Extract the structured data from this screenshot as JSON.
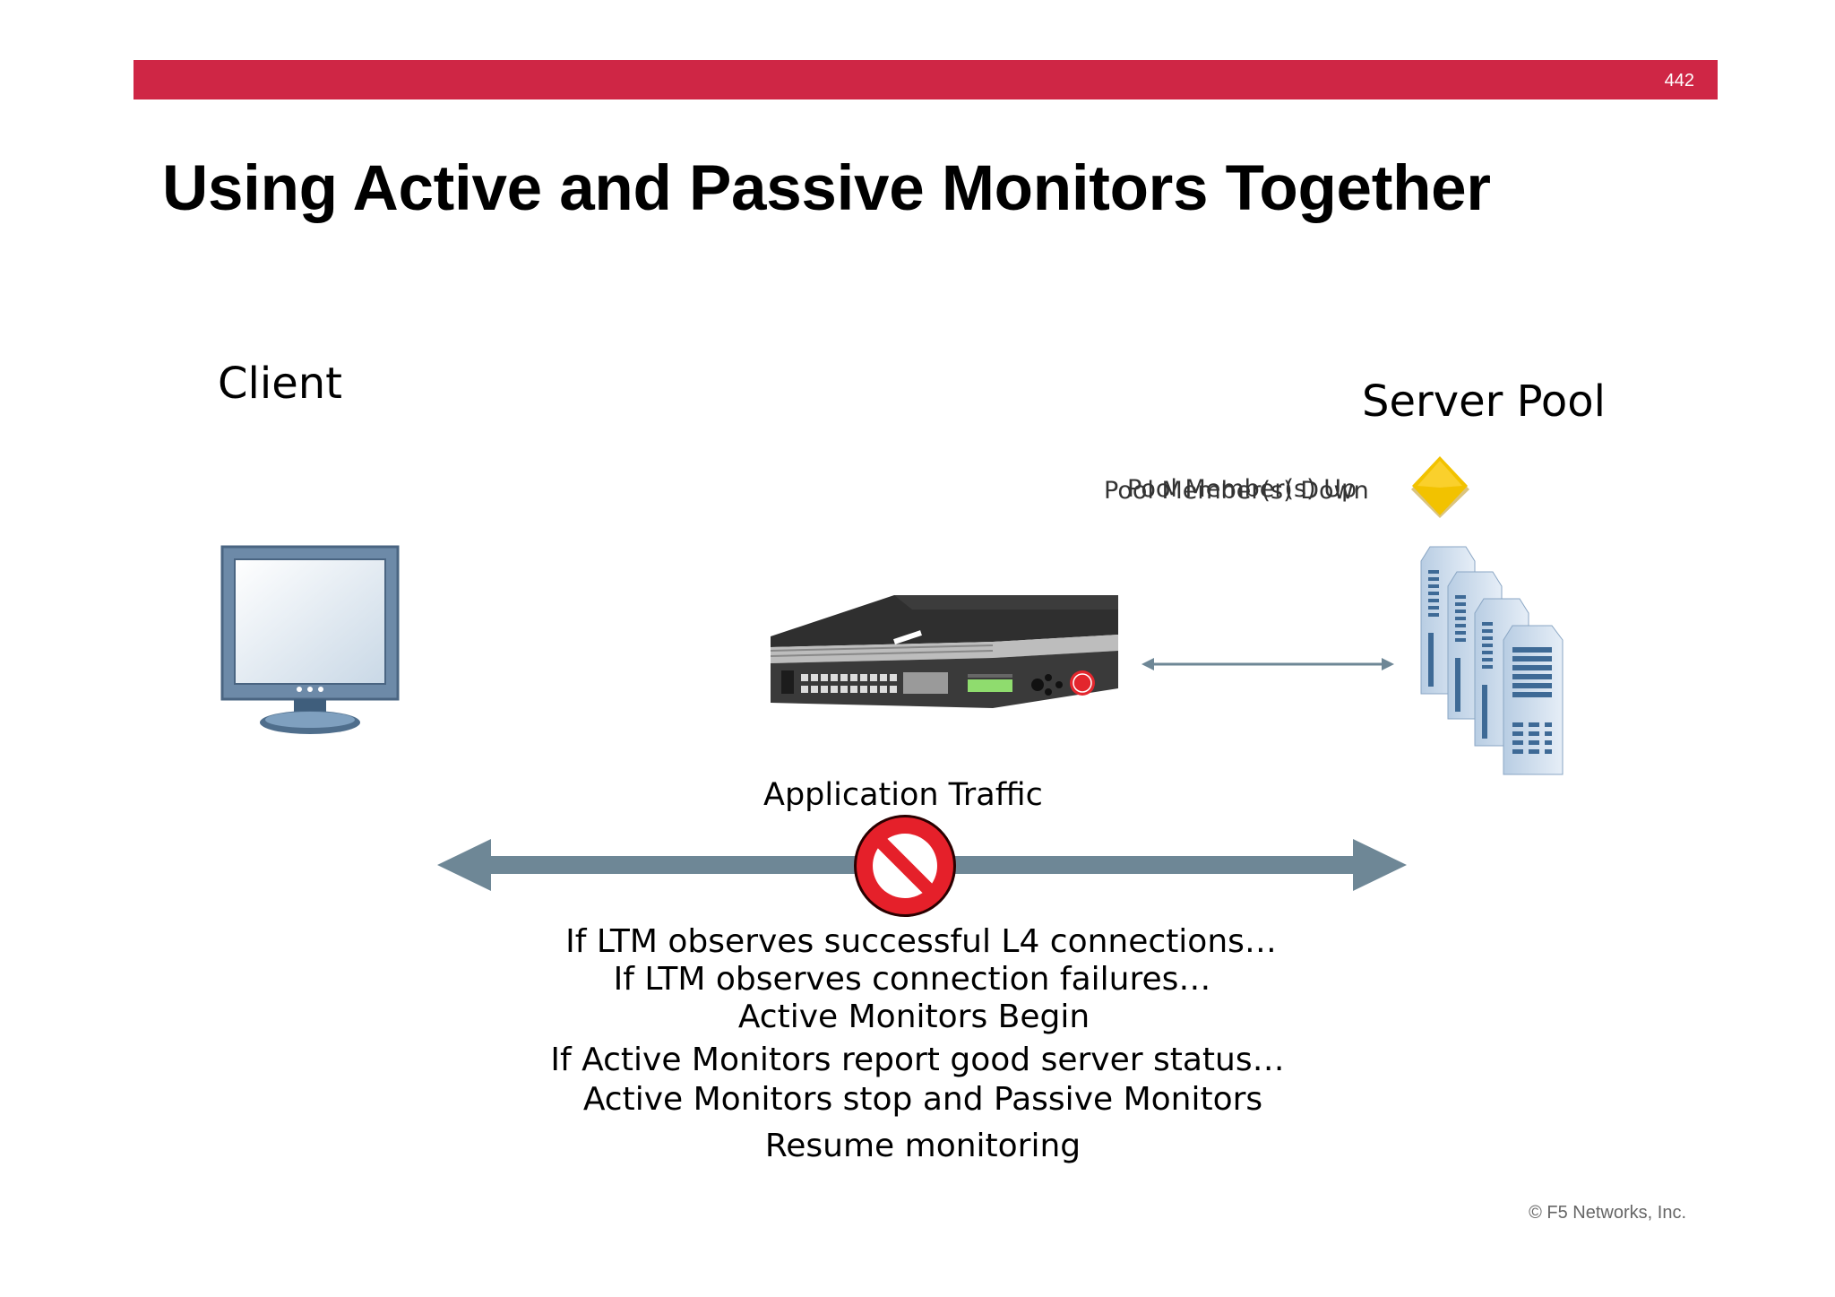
{
  "slide": {
    "page_number": "442",
    "title": "Using Active and Passive Monitors Together",
    "copyright": "© F5 Networks, Inc."
  },
  "labels": {
    "client": "Client",
    "server_pool": "Server Pool",
    "pool_status_up": "Pool Member(s) Up",
    "pool_status_down": "Pool Member(s) Down",
    "application_traffic": "Application Traffic"
  },
  "captions": [
    "If LTM observes successful L4 connections…",
    "If LTM observes connection failures…",
    "Active Monitors Begin",
    "If Active Monitors report good server status…",
    "Active Monitors stop and Passive Monitors",
    "Resume monitoring"
  ],
  "icons": {
    "client": "monitor-icon",
    "device": "f5-ltm-appliance-icon",
    "pool": "server-stack-icon",
    "status": "yellow-diamond-status-icon",
    "blocked": "prohibited-icon"
  },
  "colors": {
    "banner": "#cf2645",
    "arrow": "#6e8796",
    "status_yellow": "#f2c200",
    "prohibited_red": "#e5202a"
  }
}
